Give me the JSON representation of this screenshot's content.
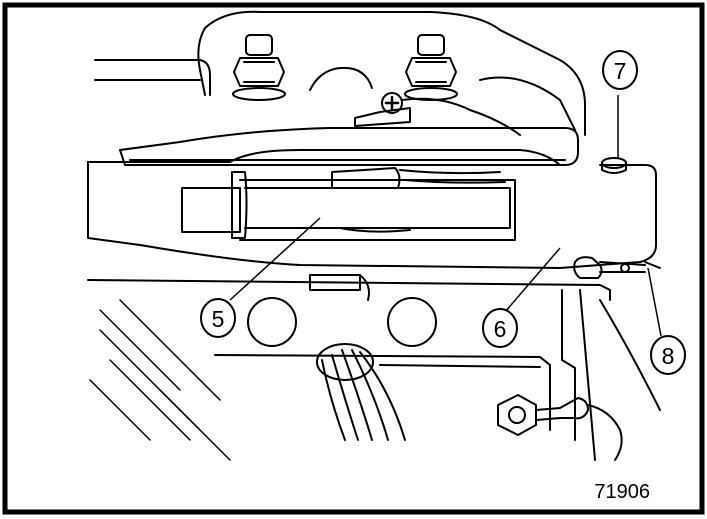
{
  "figure": {
    "figure_number": "71906",
    "callouts": [
      {
        "id": "5",
        "label": "5"
      },
      {
        "id": "6",
        "label": "6"
      },
      {
        "id": "7",
        "label": "7"
      },
      {
        "id": "8",
        "label": "8"
      }
    ]
  }
}
